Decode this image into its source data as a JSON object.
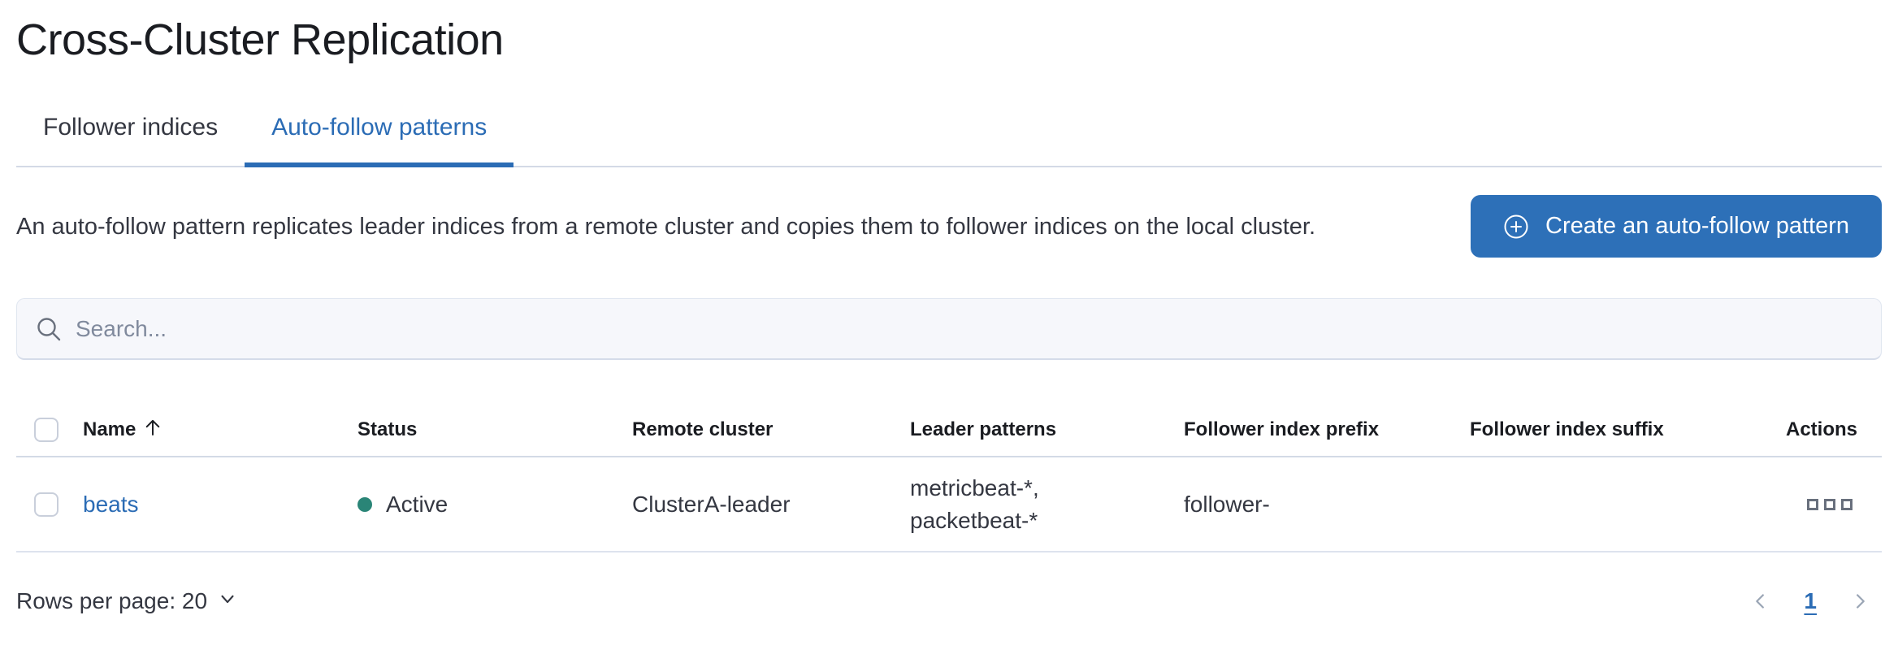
{
  "page": {
    "title": "Cross-Cluster Replication"
  },
  "tabs": {
    "follower_indices": {
      "label": "Follower indices",
      "active": false
    },
    "auto_follow_patterns": {
      "label": "Auto-follow patterns",
      "active": true
    }
  },
  "intro": {
    "description": "An auto-follow pattern replicates leader indices from a remote cluster and copies them to follower indices on the local cluster.",
    "create_button_label": "Create an auto-follow pattern"
  },
  "search": {
    "placeholder": "Search...",
    "value": ""
  },
  "table": {
    "headers": {
      "name": "Name",
      "status": "Status",
      "remote_cluster": "Remote cluster",
      "leader_patterns": "Leader patterns",
      "follower_index_prefix": "Follower index prefix",
      "follower_index_suffix": "Follower index suffix",
      "actions": "Actions"
    },
    "sort": {
      "column": "Name",
      "direction": "ascending"
    },
    "rows": [
      {
        "name": "beats",
        "status": "Active",
        "remote_cluster": "ClusterA-leader",
        "leader_patterns": "metricbeat-*,\npacketbeat-*",
        "follower_index_prefix": "follower-",
        "follower_index_suffix": ""
      }
    ]
  },
  "footer": {
    "rows_per_page_label": "Rows per page: 20",
    "pagination": {
      "current_page": "1"
    }
  },
  "colors": {
    "primary": "#2b6cb5",
    "primaryButton": "#2d70b8",
    "success": "#2a8577",
    "textTitle": "#1a1c21",
    "textMain": "#343741",
    "textSubdued": "#69707d",
    "border": "#d3dae6",
    "rowBorder": "#dde3ee",
    "disabled": "#9aa5b5"
  }
}
